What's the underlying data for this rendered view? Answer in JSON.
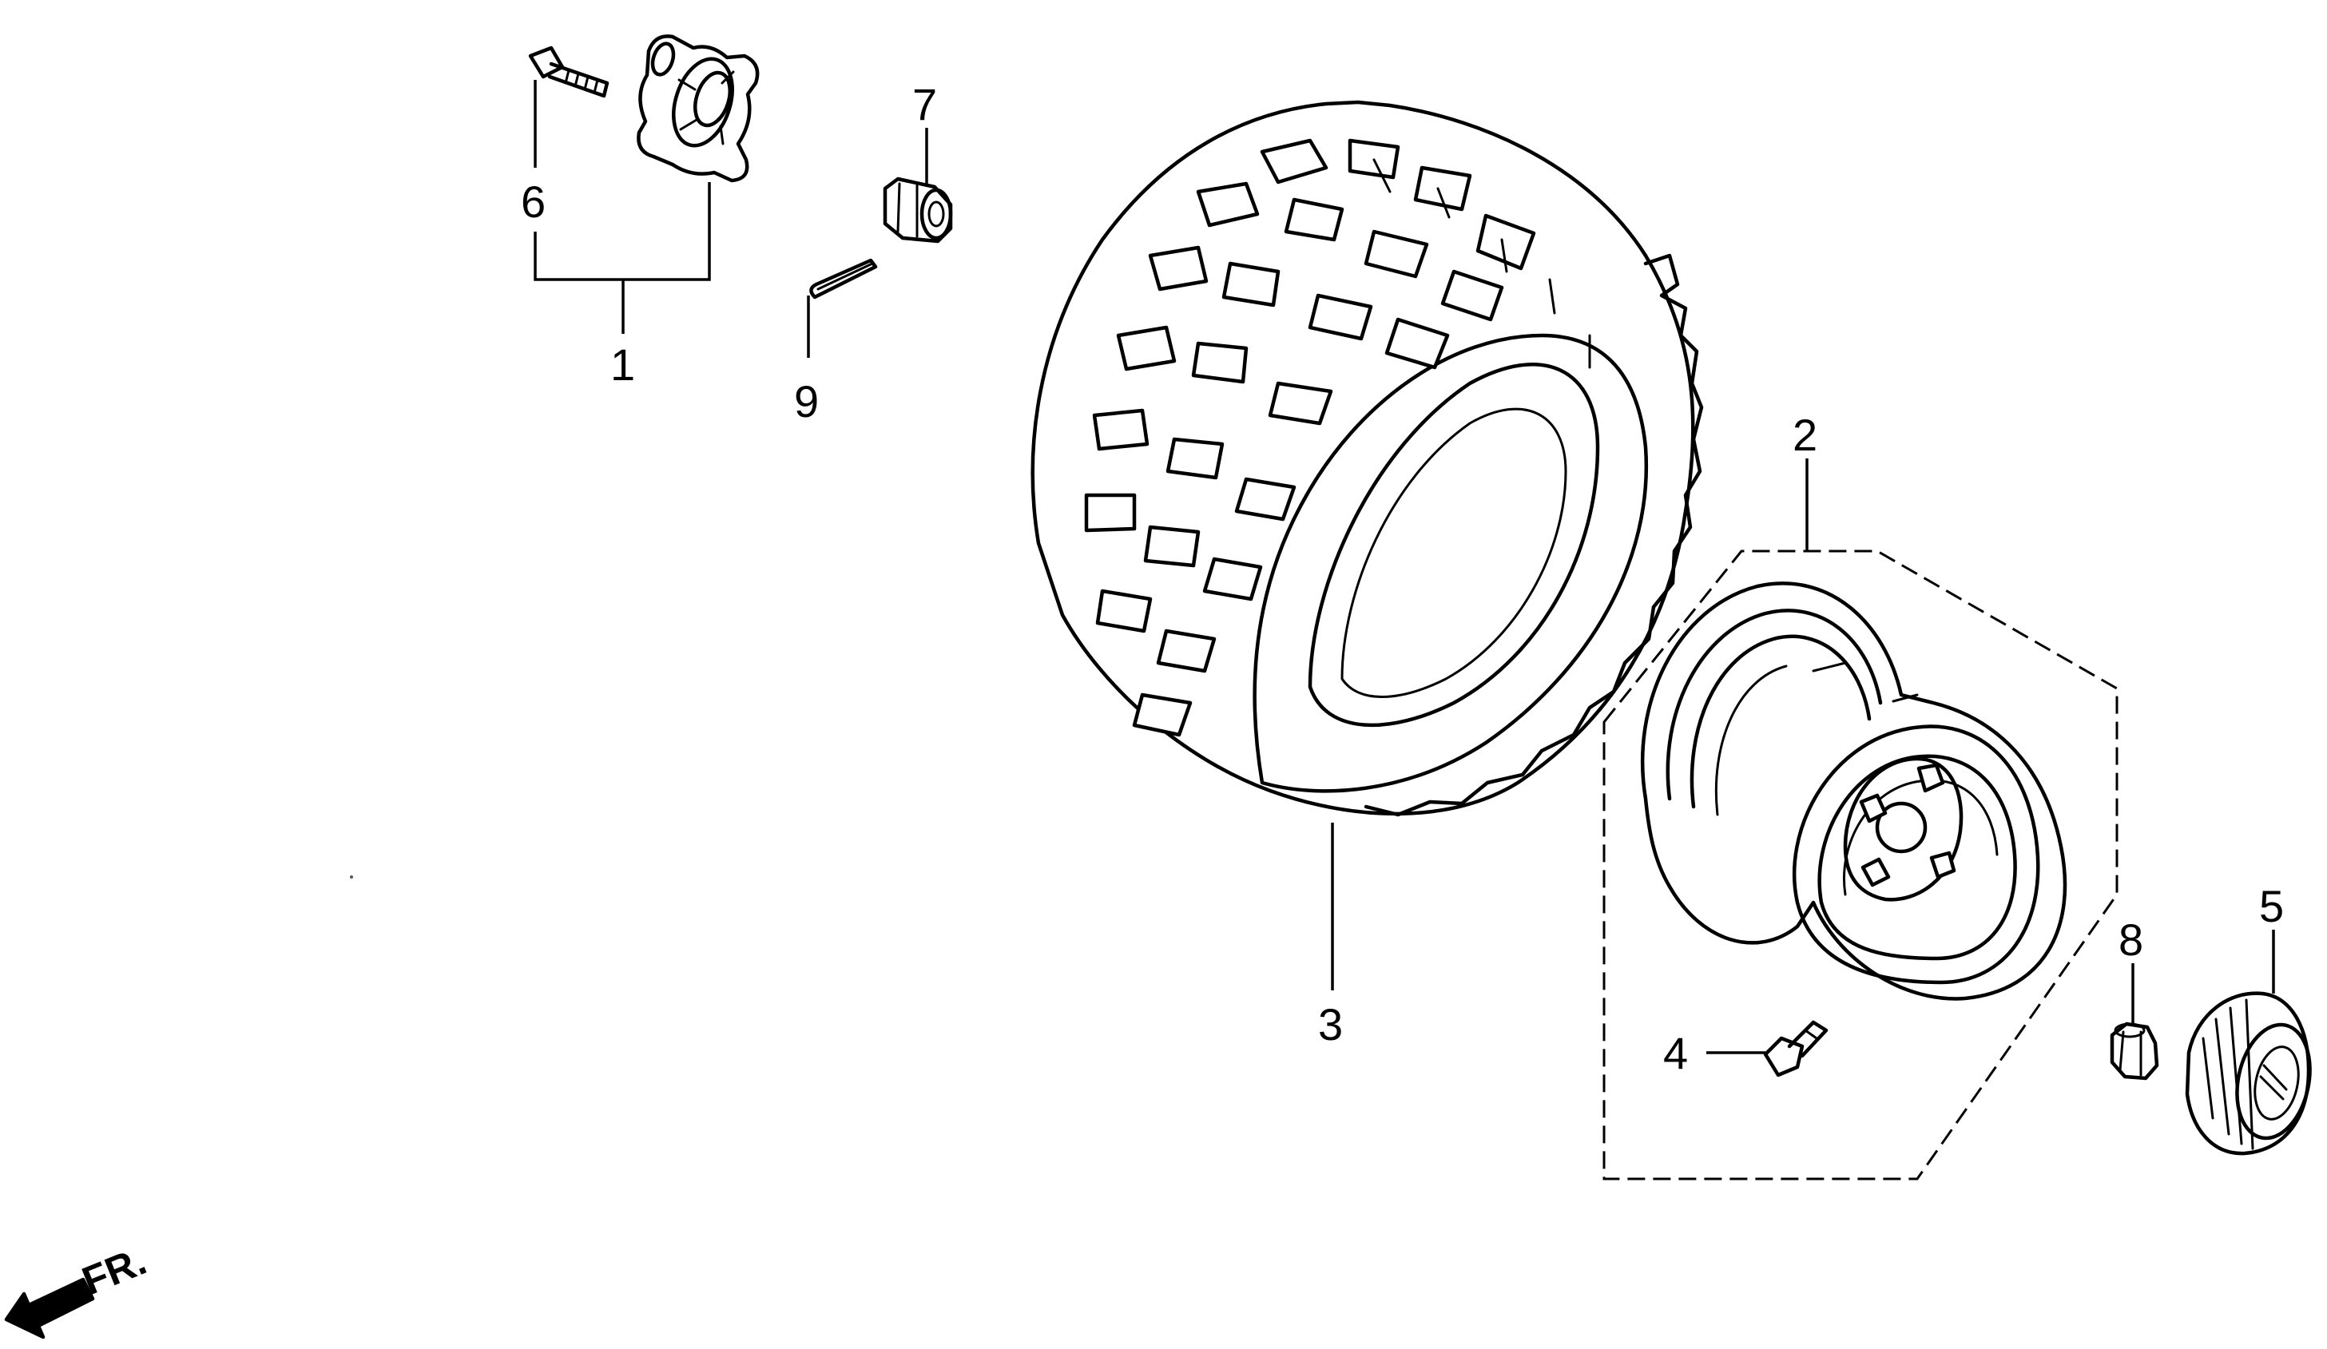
{
  "callouts": {
    "c1": "1",
    "c2": "2",
    "c3": "3",
    "c4": "4",
    "c5": "5",
    "c6": "6",
    "c7": "7",
    "c8": "8",
    "c9": "9"
  },
  "direction": {
    "label": "FR."
  }
}
